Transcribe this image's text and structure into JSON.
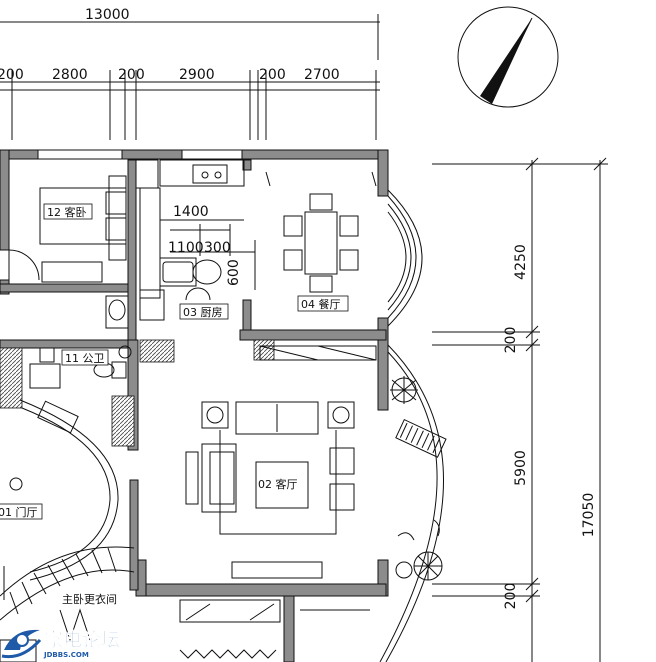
{
  "dimensions": {
    "top_total": "13000",
    "top_segments": [
      "200",
      "2800",
      "200",
      "2900",
      "200",
      "2700"
    ],
    "right_segments": [
      "4250",
      "200",
      "5900",
      "200"
    ],
    "right_total": "17050",
    "kitchen": [
      "1400",
      "1100",
      "300",
      "600"
    ]
  },
  "rooms": {
    "guest_bedroom": "12 客卧",
    "kitchen": "03 厨房",
    "dining": "04 餐厅",
    "public_wc": "11 公卫",
    "living": "02 客厅",
    "entrance": "01 门厅",
    "master_closet": "主卧更衣间"
  },
  "watermark": {
    "title": "家电论坛",
    "url": "JDBBS.COM"
  },
  "colors": {
    "wall_fill": "#8c8c8c",
    "line": "#111111",
    "watermark_blue": "#1e5aa8"
  }
}
